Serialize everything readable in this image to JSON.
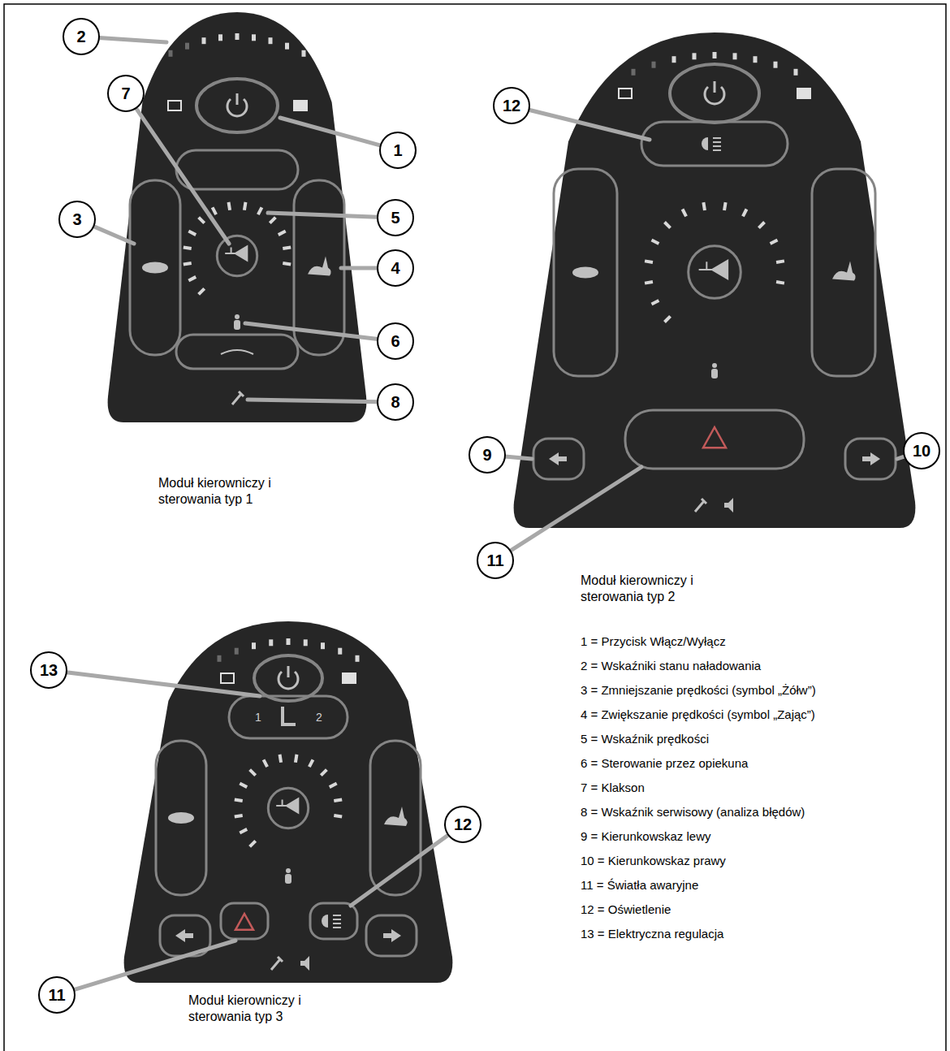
{
  "diagram": {
    "labels": [
      "2",
      "7",
      "1",
      "3",
      "5",
      "4",
      "6",
      "8",
      "Moduł kierowniczy i sterowania typ 1",
      "12",
      "9",
      "10",
      "11",
      "Moduł kierowniczy i sterowania typ 2",
      "13",
      "12",
      "11",
      "1",
      "2",
      "Moduł kierowniczy i sterowania typ 3",
      "1 = Przycisk Włącz/Wyłącz",
      "2 = Wskaźniki stanu naładowania",
      "3 = Zmniejszanie prędkości (symbol „Żółw”)",
      "4 = Zwiększanie prędkości (symbol „Zając”)",
      "5 = Wskaźnik prędkości",
      "6 = Sterowanie przez opiekuna",
      "7 = Klakson",
      "8 = Wskaźnik serwisowy (analiza błędów)",
      "9 = Kierunkowskaz lewy",
      "10 = Kierunkowskaz prawy",
      "11 = Światła awaryjne",
      "12 = Oświetlenie",
      "13 = Elektryczna regulacja"
    ]
  }
}
